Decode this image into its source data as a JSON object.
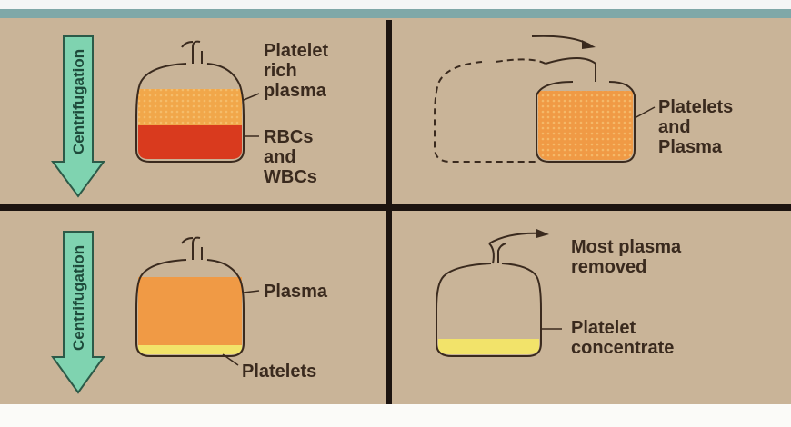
{
  "colors": {
    "background": "#c9b498",
    "divider": "#1c1410",
    "arrow": "#7fd3b0",
    "platelet_rich_plasma": "#f1a74a",
    "rbc": "#d93a1e",
    "plasma": "#f09a45",
    "platelets": "#f2e36a"
  },
  "panels": {
    "top_left": {
      "arrow_label": "Centrifugation",
      "label_top": [
        "Platelet",
        "rich",
        "plasma"
      ],
      "label_bottom": [
        "RBCs",
        "and",
        "WBCs"
      ]
    },
    "top_right": {
      "label": [
        "Platelets",
        "and",
        "Plasma"
      ]
    },
    "bottom_left": {
      "arrow_label": "Centrifugation",
      "label_top": "Plasma",
      "label_bottom": "Platelets"
    },
    "bottom_right": {
      "label_top": [
        "Most plasma",
        "removed"
      ],
      "label_bottom": [
        "Platelet",
        "concentrate"
      ]
    }
  }
}
